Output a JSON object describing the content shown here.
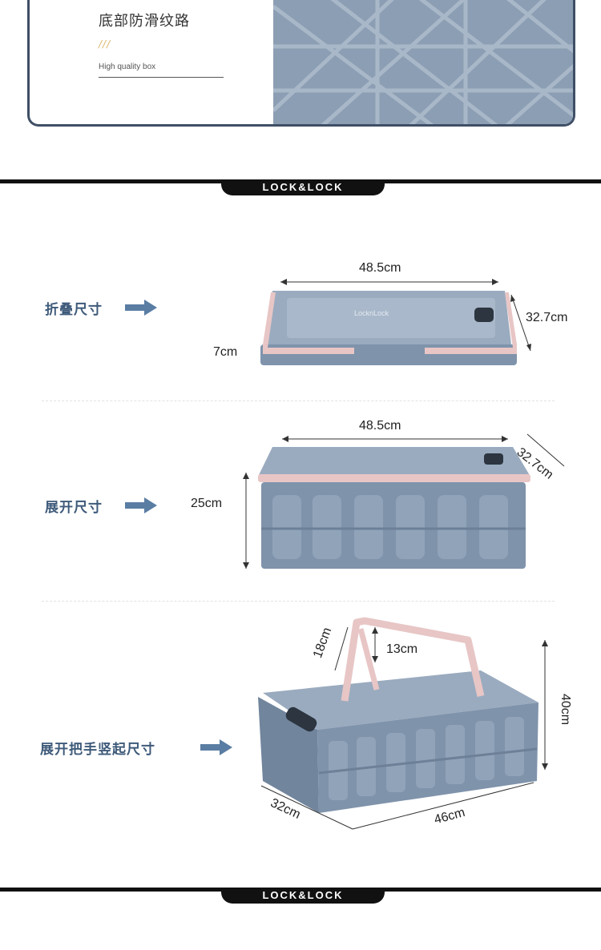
{
  "feature": {
    "title": "底部防滑纹路",
    "decoration": "///",
    "subtitle": "High quality box"
  },
  "brand": {
    "name": "LOCK&LOCK"
  },
  "box_logo": "LocknLock",
  "sections": [
    {
      "label": "折叠尺寸",
      "dims": {
        "length": "48.5cm",
        "width": "32.7cm",
        "height": "7cm"
      }
    },
    {
      "label": "展开尺寸",
      "dims": {
        "length": "48.5cm",
        "width": "32.7cm",
        "height": "25cm"
      }
    },
    {
      "label": "展开把手竖起尺寸",
      "dims": {
        "handle_span": "18cm",
        "handle_height": "13cm",
        "total_height": "40cm",
        "depth": "32cm",
        "length": "46cm"
      }
    }
  ],
  "colors": {
    "accent": "#3e5a7a",
    "box_body": "#7f93ab",
    "box_lid": "#9aabbf",
    "handle": "#e8c6c6",
    "brand_bar": "#111111"
  }
}
